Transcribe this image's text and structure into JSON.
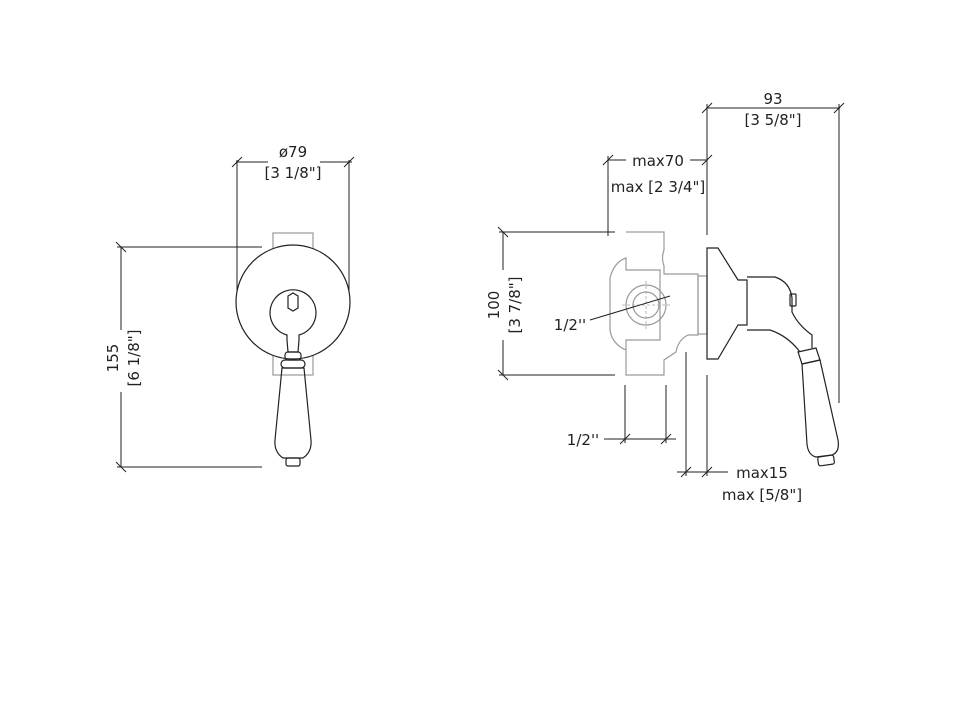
{
  "front_view": {
    "diameter_mm": "ø79",
    "diameter_in": "[3 1/8\"]",
    "height_mm": "155",
    "height_in": "[6 1/8\"]"
  },
  "side_view": {
    "depth_mm": "93",
    "depth_in": "[3 5/8\"]",
    "max_body_mm": "max70",
    "max_body_in": "max [2 3/4\"]",
    "body_height_mm": "100",
    "body_height_in": "[3 7/8\"]",
    "inlet_label": "1/2''",
    "outlet_label": "1/2''",
    "max_plate_mm": "max15",
    "max_plate_in": "max [5/8\"]"
  }
}
